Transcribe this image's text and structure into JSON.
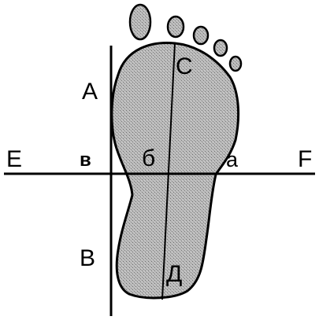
{
  "labels": {
    "A": "A",
    "B": "B",
    "C": "C",
    "D": "Д",
    "E": "E",
    "F": "F",
    "a": "a",
    "b": "б",
    "v": "в"
  },
  "colors": {
    "footprint_fill": "#b4b4b4",
    "outline": "#000000",
    "background": "#ffffff"
  }
}
